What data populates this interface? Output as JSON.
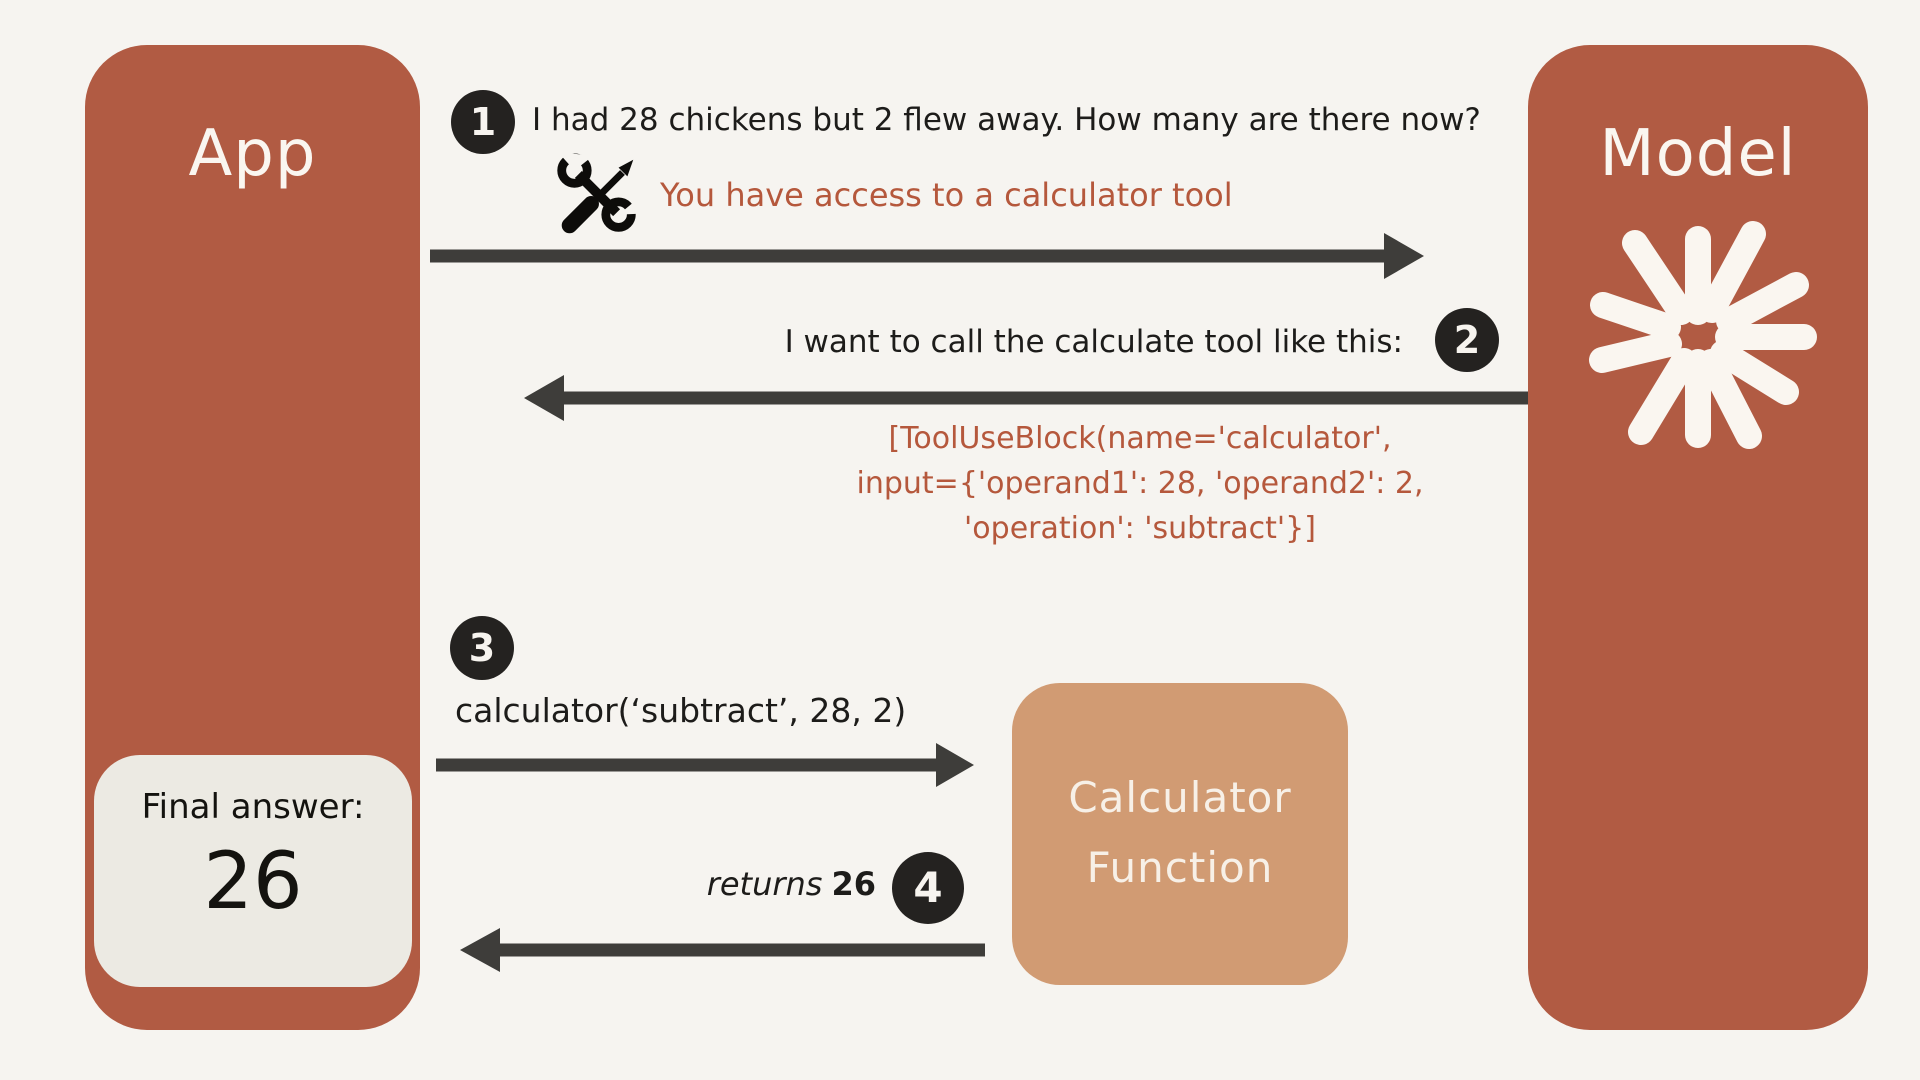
{
  "palette": {
    "background": "#f6f4f0",
    "actor_fill": "#b15b43",
    "calculator_fill": "#d19b73",
    "rust_text": "#b5583c",
    "arrow": "#3e3d3a",
    "badge_fill": "#242220",
    "card_fill": "#eceae3"
  },
  "actors": {
    "app": {
      "label": "App"
    },
    "model": {
      "label": "Model"
    },
    "calculator": {
      "label_line1": "Calculator",
      "label_line2": "Function"
    }
  },
  "final_answer": {
    "label": "Final answer:",
    "value": "26"
  },
  "steps": {
    "s1": {
      "number": "1",
      "message": "I had 28 chickens but 2 flew away. How many are there now?",
      "annotation": "You have access to a calculator tool"
    },
    "s2": {
      "number": "2",
      "message": "I want to call the calculate tool like this:",
      "code_line1": "[ToolUseBlock(name='calculator',",
      "code_line2": "input={'operand1': 28, 'operand2': 2,",
      "code_line3": "'operation': 'subtract'}]"
    },
    "s3": {
      "number": "3",
      "message": "calculator(‘subtract’, 28, 2)"
    },
    "s4": {
      "number": "4",
      "message_italic": "returns",
      "message_bold": "26"
    }
  },
  "icons": {
    "tools": "tools-icon",
    "starburst": "starburst-icon"
  }
}
